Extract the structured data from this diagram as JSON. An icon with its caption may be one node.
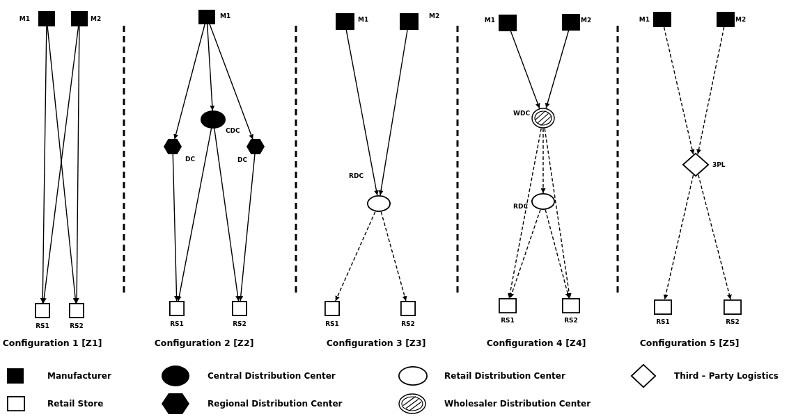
{
  "diagram": {
    "nodes": [
      {
        "text": [],
        "shape": "block",
        "beside": [
          "M1"
        ]
      },
      {
        "text": [],
        "shape": "block",
        "beside": [
          "M2"
        ]
      },
      {
        "text": [],
        "shape": "box",
        "beside": [
          "RS1"
        ]
      },
      {
        "text": [],
        "shape": "box",
        "beside": [
          "RS2"
        ]
      },
      {
        "text": [],
        "shape": "block",
        "beside": [
          "M1"
        ]
      },
      {
        "text": [],
        "shape": "ellipse",
        "beside": [
          "CDC"
        ]
      },
      {
        "text": [],
        "shape": "hexagon",
        "beside": [
          "DC"
        ]
      },
      {
        "text": [],
        "shape": "hexagon",
        "beside": [
          "DC"
        ]
      },
      {
        "text": [],
        "shape": "box",
        "beside": [
          "RS1"
        ]
      },
      {
        "text": [],
        "shape": "box",
        "beside": [
          "RS2"
        ]
      },
      {
        "text": [],
        "shape": "block",
        "beside": [
          "M1"
        ]
      },
      {
        "text": [],
        "shape": "block",
        "beside": [
          "M2"
        ]
      },
      {
        "text": [],
        "shape": "oval",
        "beside": [
          "RDC"
        ]
      },
      {
        "text": [],
        "shape": "box",
        "beside": [
          "RS1"
        ]
      },
      {
        "text": [],
        "shape": "box",
        "beside": [
          "RS2"
        ]
      },
      {
        "text": [],
        "shape": "block",
        "beside": [
          "M1"
        ]
      },
      {
        "text": [],
        "shape": "block",
        "beside": [
          "M2"
        ]
      },
      {
        "text": [],
        "shape": "circle",
        "beside": [
          "WDC"
        ]
      },
      {
        "text": [],
        "shape": "oval",
        "beside": [
          "RDC"
        ]
      },
      {
        "text": [],
        "shape": "box",
        "beside": [
          "RS1"
        ]
      },
      {
        "text": [],
        "shape": "box",
        "beside": [
          "RS2"
        ]
      },
      {
        "text": [],
        "shape": "block",
        "beside": [
          "M1"
        ]
      },
      {
        "text": [],
        "shape": "block",
        "beside": [
          "M2"
        ]
      },
      {
        "text": [],
        "shape": "diamond",
        "beside": [
          "3PL"
        ]
      },
      {
        "text": [],
        "shape": "box",
        "beside": [
          "RS1"
        ]
      },
      {
        "text": [],
        "shape": "box",
        "beside": [
          "RS2"
        ]
      }
    ],
    "edges": [
      {
        "from": 0,
        "to": 2,
        "arrow": "to"
      },
      {
        "from": 0,
        "to": 3,
        "arrow": "to"
      },
      {
        "from": 1,
        "to": 2,
        "arrow": "to"
      },
      {
        "from": 1,
        "to": 3,
        "arrow": "to"
      },
      {
        "from": 4,
        "to": 6,
        "arrow": "to"
      },
      {
        "from": 4,
        "to": 5,
        "arrow": "to"
      },
      {
        "from": 4,
        "to": 7,
        "arrow": "to"
      },
      {
        "from": 6,
        "to": 8,
        "arrow": "to"
      },
      {
        "from": 5,
        "to": 8,
        "arrow": "to"
      },
      {
        "from": 5,
        "to": 9,
        "arrow": "to"
      },
      {
        "from": 7,
        "to": 9,
        "arrow": "to"
      },
      {
        "from": 10,
        "to": 12,
        "arrow": "to"
      },
      {
        "from": 11,
        "to": 12,
        "arrow": "to"
      },
      {
        "from": 12,
        "to": 13,
        "arrow": "to",
        "style": "dashed"
      },
      {
        "from": 12,
        "to": 14,
        "arrow": "to",
        "style": "dashed"
      },
      {
        "from": 15,
        "to": 17,
        "arrow": "to"
      },
      {
        "from": 16,
        "to": 17,
        "arrow": "to"
      },
      {
        "from": 17,
        "to": 18,
        "arrow": "to",
        "style": "dashed"
      },
      {
        "from": 17,
        "to": 19,
        "arrow": "to",
        "style": "dashed"
      },
      {
        "from": 17,
        "to": 20,
        "arrow": "to",
        "style": "dashed"
      },
      {
        "from": 18,
        "to": 19,
        "arrow": "to",
        "style": "dashed"
      },
      {
        "from": 18,
        "to": 20,
        "arrow": "to",
        "style": "dashed"
      },
      {
        "from": 21,
        "to": 23,
        "arrow": "to",
        "style": "dashed"
      },
      {
        "from": 22,
        "to": 23,
        "arrow": "to",
        "style": "dashed"
      },
      {
        "from": 23,
        "to": 24,
        "arrow": "to",
        "style": "dashed"
      },
      {
        "from": 23,
        "to": 25,
        "arrow": "to",
        "style": "dashed"
      }
    ],
    "labels": [
      "Configuration 1 [Z1]",
      "Configuration 2 [Z2]",
      "Configuration 3 [Z3]",
      "Configuration 4 [Z4]",
      "Configuration 5 [Z5]"
    ],
    "legend": [
      {
        "text": "Manufacturer"
      },
      {
        "text": "Central Distribution Center"
      },
      {
        "text": "Retail Distribution Center"
      },
      {
        "text": "Third – Party Logistics"
      },
      {
        "text": "Retail Store"
      },
      {
        "text": "Regional Distribution Center"
      },
      {
        "text": "Wholesaler Distribution Center"
      }
    ]
  }
}
